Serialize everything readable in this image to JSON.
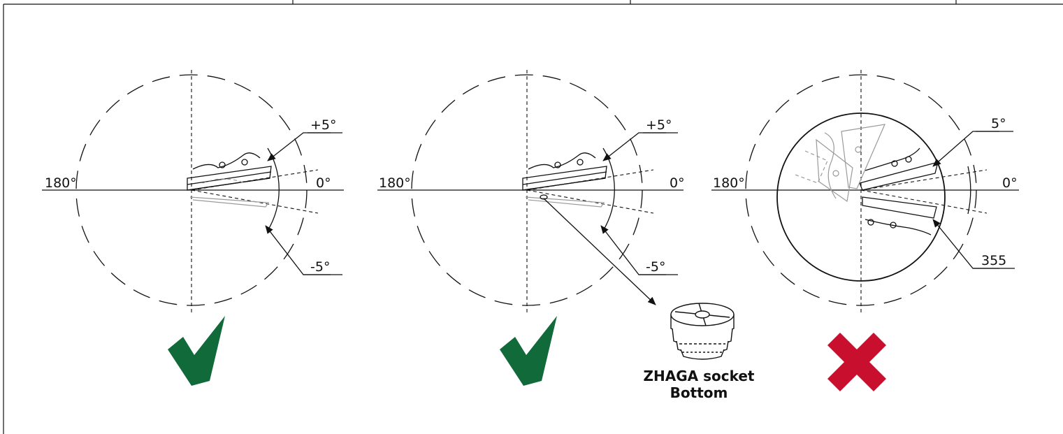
{
  "colors": {
    "ok": "#116a3a",
    "bad": "#c8102e",
    "ink": "#111111"
  },
  "diagrams": [
    {
      "left_label": "180°",
      "right_label": "0°",
      "upper_label": "+5°",
      "lower_label": "-5°",
      "status": "ok",
      "status_icon": "checkmark-icon"
    },
    {
      "left_label": "180°",
      "right_label": "0°",
      "upper_label": "+5°",
      "lower_label": "-5°",
      "status": "ok",
      "status_icon": "checkmark-icon",
      "caption_line1": "ZHAGA socket",
      "caption_line2": "Bottom"
    },
    {
      "left_label": "180°",
      "right_label": "0°",
      "upper_label": "5°",
      "lower_label": "355",
      "status": "bad",
      "status_icon": "cross-icon"
    }
  ]
}
